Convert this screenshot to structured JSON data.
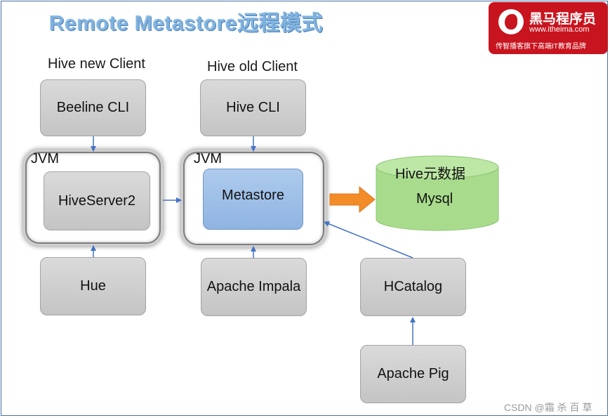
{
  "title": "Remote Metastore远程模式",
  "logo": {
    "brand_name": "黑马程序员",
    "url": "www.itheima.com",
    "slogan": "传智播客旗下高端IT教育品牌"
  },
  "columns": {
    "new_client": "Hive new Client",
    "old_client": "Hive old Client"
  },
  "boxes": {
    "beeline": "Beeline CLI",
    "hive_cli": "Hive CLI",
    "hiveserver2": "HiveServer2",
    "metastore": "Metastore",
    "hue": "Hue",
    "impala": "Apache Impala",
    "hcatalog": "HCatalog",
    "pig": "Apache Pig"
  },
  "jvm_labels": {
    "left": "JVM",
    "right": "JVM"
  },
  "database": {
    "caption": "Hive元数据",
    "name": "Mysql"
  },
  "colors": {
    "title": "#7fb2de",
    "arrow": "#4472c4",
    "big_arrow": "#f28c28",
    "metastore_fill": "#9fc0e8",
    "database_fill": "#a8dc8c",
    "logo_bg": "#c8141e"
  },
  "watermark": "CSDN @霜 杀 百 草"
}
